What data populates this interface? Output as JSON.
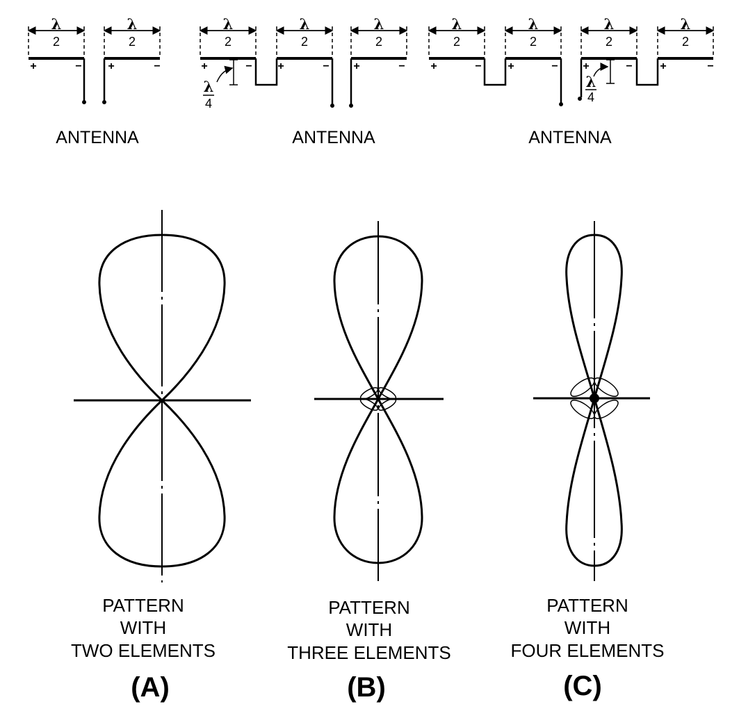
{
  "lambda": "λ",
  "half": "2",
  "quarter": "4",
  "plus": "+",
  "minus": "−",
  "antennas": [
    {
      "label": "ANTENNA",
      "elements": 2
    },
    {
      "label": "ANTENNA",
      "elements": 3
    },
    {
      "label": "ANTENNA",
      "elements": 4
    }
  ],
  "patterns": [
    {
      "lines": [
        "PATTERN",
        "WITH",
        "TWO ELEMENTS"
      ],
      "letter": "(A)"
    },
    {
      "lines": [
        "PATTERN",
        "WITH",
        "THREE ELEMENTS"
      ],
      "letter": "(B)"
    },
    {
      "lines": [
        "PATTERN",
        "WITH",
        "FOUR ELEMENTS"
      ],
      "letter": "(C)"
    }
  ]
}
